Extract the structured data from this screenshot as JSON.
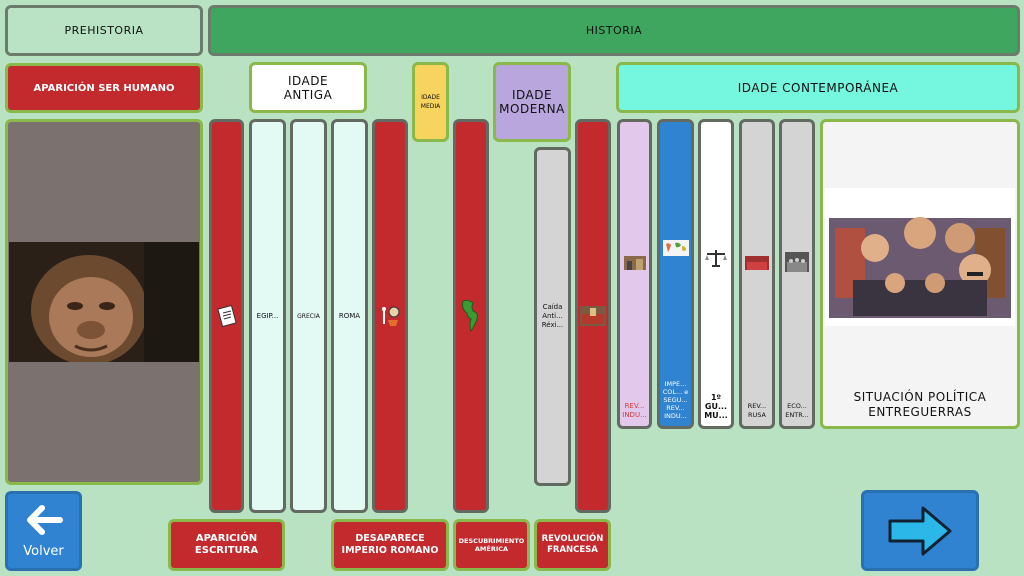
{
  "header": {
    "prehistoria": "PREHISTORIA",
    "historia": "HISTORIA"
  },
  "periods": {
    "aparicion_ser_humano": "APARICIÓN SER HUMANO",
    "idade_antiga": "IDADE ANTIGA",
    "idade_media": "IDADE MEDIA",
    "idade_moderna": "IDADE MODERNA",
    "idade_contemporanea": "IDADE CONTEMPORÁNEA"
  },
  "strips": {
    "egipto": "EGIP...",
    "grecia": "GRECIA",
    "roma": "ROMA",
    "caida_antigo_rexime": "Caída Anti... Réxi...",
    "rev_industrial": "REV... INDU...",
    "imperialismo": "IMPE... COL... e SEGU... REV... INDU...",
    "primeira_guerra": "1º GU... MU...",
    "rev_rusa": "REV... RUSA",
    "eco_entreguerras": "ECO... ENTR..."
  },
  "feature": {
    "label": "SITUACIÓN POLÍTICA ENTREGUERRAS"
  },
  "bottom": {
    "aparicion_escritura": "APARICIÓN ESCRITURA",
    "desaparece_imperio": "DESAPARECE IMPERIO ROMANO",
    "descubrimiento": "DESCUBRIMIENTO AMÉRICA",
    "revolucion_francesa": "REVOLUCIÓN FRANCESA"
  },
  "nav": {
    "volver": "Volver"
  },
  "colors": {
    "background": "#b8e2c1",
    "prehistoria": "#b9e3c4",
    "historia": "#3fa660",
    "red": "#c32a2d",
    "light_cyan": "#e3f9f3",
    "yellow": "#f6d45d",
    "purple": "#b8a6dc",
    "aqua": "#74f6df",
    "lavender": "#e2c9ec",
    "blue": "#3083d0",
    "grey": "#d4d4d4"
  }
}
